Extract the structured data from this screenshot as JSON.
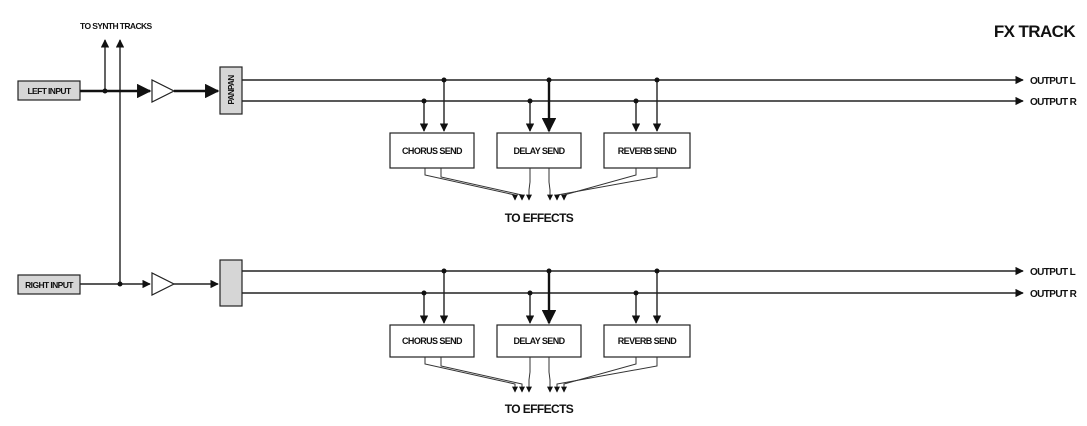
{
  "title": "FX TRACK",
  "to_synth_tracks": "TO SYNTH TRACKS",
  "inputs": {
    "left": "LEFT INPUT",
    "right": "RIGHT INPUT"
  },
  "pan_label": "PANPAN",
  "outputs": {
    "l": "OUTPUT L",
    "r": "OUTPUT R"
  },
  "sends": [
    "CHORUS SEND",
    "DELAY SEND",
    "REVERB SEND"
  ],
  "to_effects": "TO EFFECTS"
}
